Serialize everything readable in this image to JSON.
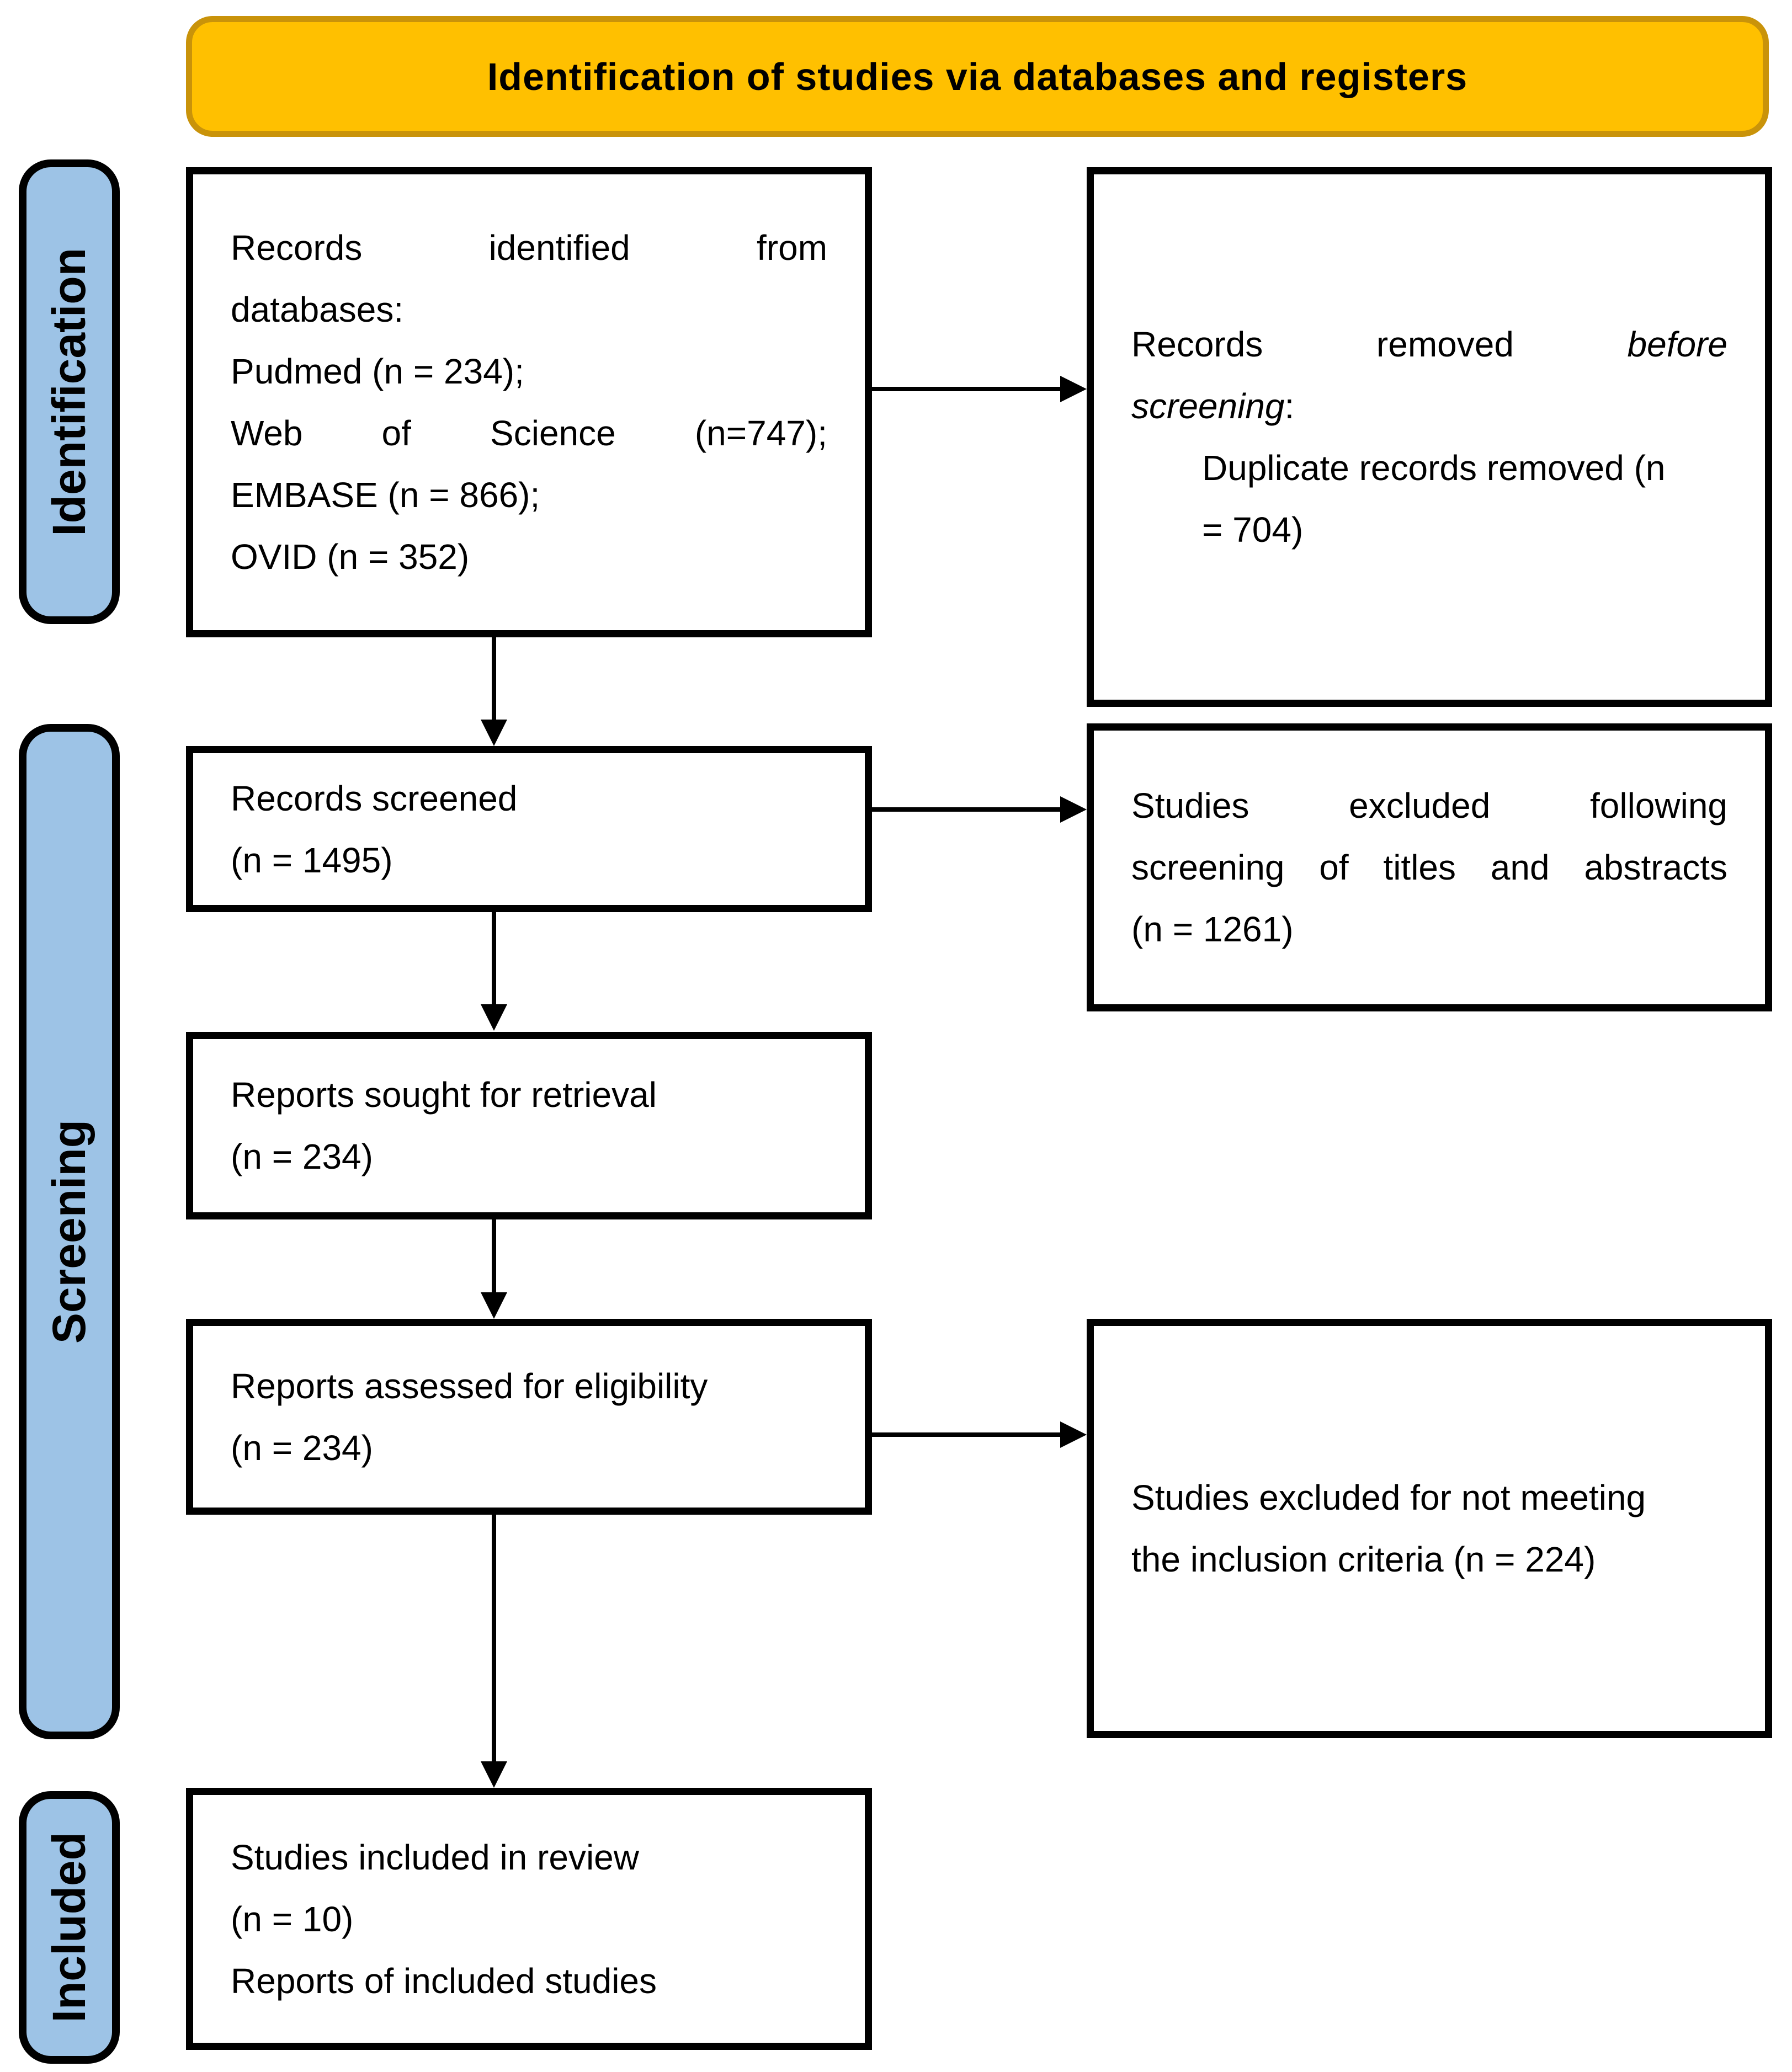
{
  "banner": {
    "title": "Identification of studies via databases and registers"
  },
  "stages": {
    "identification": "Identification",
    "screening": "Screening",
    "included": "Included"
  },
  "boxes": {
    "identified": {
      "l1": [
        "Records",
        "identified",
        "from"
      ],
      "l2": "databases:",
      "l3": "Pudmed (n = 234);",
      "l4": [
        "Web",
        "of",
        "Science",
        "(n=747);"
      ],
      "l5": "EMBASE (n = 866);",
      "l6": "OVID (n = 352)"
    },
    "removed": {
      "l1": [
        "Records",
        "removed",
        "before"
      ],
      "l2_italic": "screening",
      "l2_rest": ":",
      "l3": "Duplicate records removed (n",
      "l4": "= 704)"
    },
    "screened": {
      "l1": "Records screened",
      "l2": "(n = 1495)"
    },
    "excluded_screening": {
      "l1": [
        "Studies",
        "excluded",
        "following"
      ],
      "l2": [
        "screening",
        "of",
        "titles",
        "and",
        "abstracts"
      ],
      "l3": "(n = 1261)"
    },
    "sought": {
      "l1": "Reports sought for retrieval",
      "l2": "(n = 234)"
    },
    "assessed": {
      "l1": "Reports assessed for eligibility",
      "l2": "(n = 234)"
    },
    "excluded_criteria": {
      "l1": "Studies excluded for not meeting",
      "l2": "the inclusion criteria (n = 224)"
    },
    "included_review": {
      "l1": "Studies included in review",
      "l2": "(n = 10)",
      "l3": "Reports of included studies"
    }
  },
  "colors": {
    "banner_fill": "#FFC000",
    "banner_border": "#C9930A",
    "stage_fill": "#9DC3E6",
    "stage_border": "#000000",
    "box_border": "#000000",
    "arrow": "#000000",
    "background": "#FFFFFF"
  }
}
